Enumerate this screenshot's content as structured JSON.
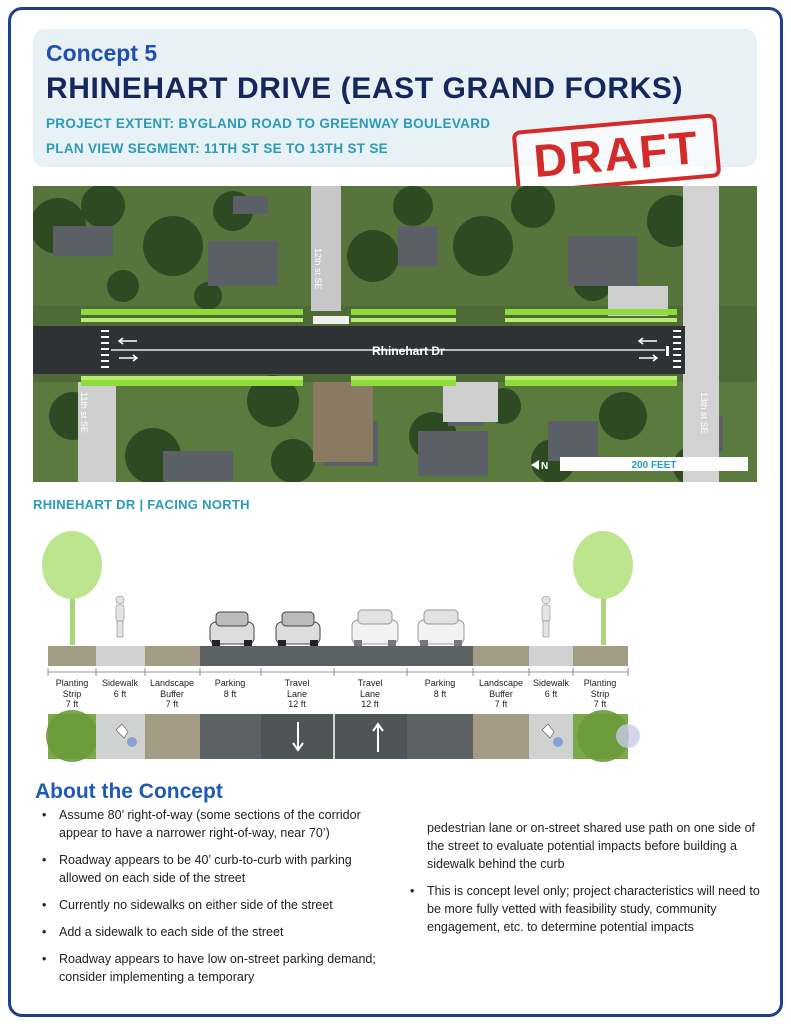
{
  "header": {
    "concept": "Concept 5",
    "title": "RHINEHART DRIVE (EAST GRAND FORKS)",
    "extent": "PROJECT EXTENT: BYGLAND ROAD TO GREENWAY BOULEVARD",
    "segment": "PLAN VIEW  SEGMENT: 11TH ST SE TO 13TH ST SE",
    "stamp": "DRAFT",
    "stamp_color": "#d42a2a"
  },
  "aerial": {
    "road_label": "Rhinehart Dr",
    "left_cross_street": "11th st SE",
    "mid_cross_street": "12th st SE",
    "right_cross_street": "13th st SE",
    "north_label": "N",
    "scale_label": "200 FEET"
  },
  "section_heading": "RHINEHART DR | FACING NORTH",
  "cross_section": {
    "lanes": [
      {
        "name": "Planting\nStrip",
        "width": "7 ft"
      },
      {
        "name": "Sidewalk",
        "width": "6 ft"
      },
      {
        "name": "Landscape\nBuffer",
        "width": "7 ft"
      },
      {
        "name": "Parking",
        "width": "8 ft"
      },
      {
        "name": "Travel\nLane",
        "width": "12 ft"
      },
      {
        "name": "Travel\nLane",
        "width": "12 ft"
      },
      {
        "name": "Parking",
        "width": "8 ft"
      },
      {
        "name": "Landscape\nBuffer",
        "width": "7 ft"
      },
      {
        "name": "Sidewalk",
        "width": "6 ft"
      },
      {
        "name": "Planting\nStrip",
        "width": "7 ft"
      }
    ]
  },
  "about": {
    "title": "About the Concept",
    "left_bullets": [
      "Assume 80’ right-of-way (some sections of the corridor appear to have a narrower right-of-way, near 70’)",
      "Roadway appears to be 40’ curb-to-curb with parking allowed on each side of the street",
      "Currently no sidewalks on either side of the street",
      "Add a sidewalk to each side of the street",
      "Roadway appears to have low on-street parking demand; consider implementing a temporary"
    ],
    "right_continuation": "pedestrian lane or on-street shared use path on one side of the street to evaluate potential impacts before building a sidewalk behind the curb",
    "right_bullets": [
      "This is concept level only; project characteristics will need to be more fully vetted with feasibility study, community engagement, etc. to determine potential impacts"
    ]
  },
  "colors": {
    "frame": "#1f3f8c",
    "title": "#16275e",
    "accent": "#2a9bb8",
    "green": "#8ddc3a",
    "road": "#2f3234"
  }
}
